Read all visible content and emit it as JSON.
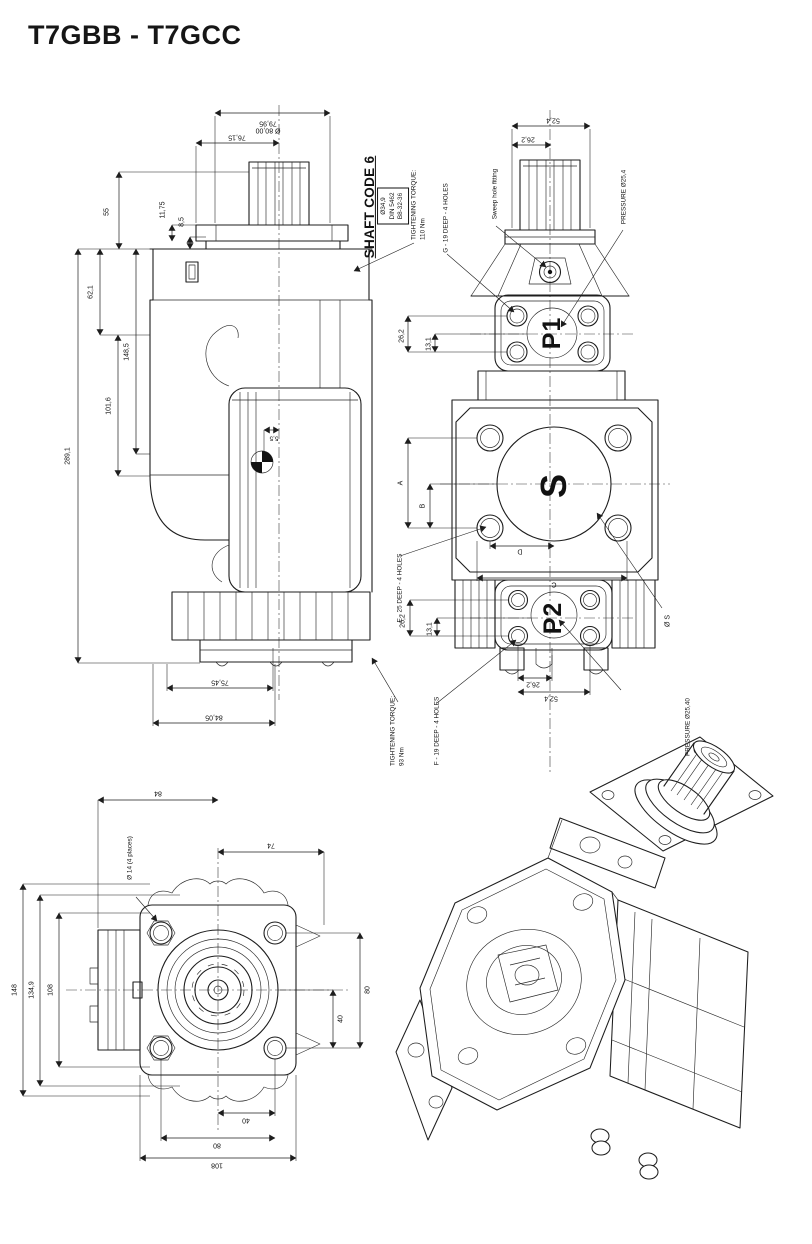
{
  "page": {
    "title": "T7GBB - T7GCC"
  },
  "side_view": {
    "shaft_code_label": "SHAFT CODE 6",
    "spline_spec": {
      "diameter": "Ø34,9",
      "standard": "DIN 5462",
      "designation": "B8-32-36"
    },
    "tightening_torque_shaft": {
      "label": "TIGHTENING TORQUE:",
      "value": "110 Nm"
    },
    "tightening_torque_bottom": {
      "label": "TIGHTENING TORQUE:",
      "value": "93 Nm"
    },
    "dims": {
      "shaft_dia_upper": "Ø 80,00",
      "shaft_dia_lower": "79,95",
      "width_7615": "76,15",
      "h_55": "55",
      "h_1175": "11,75",
      "h_85": "8,5",
      "h_621": "62,1",
      "h_1485": "148,5",
      "h_1016": "101,6",
      "h_2891": "289,1",
      "cg_55": "5,5",
      "w_7545": "75,45",
      "w_8405": "84,05"
    }
  },
  "front_view": {
    "port_p1": "P1",
    "port_p2": "P2",
    "pilot": "S",
    "pilot_dia": "Ø S",
    "sweep_hole": "Sweep hole fitting",
    "g_holes": "G - 19 DEEP - 4 HOLES",
    "e_holes": "E - 25 DEEP - 4 HOLES",
    "f_holes": "F - 19 DEEP - 4 HOLES",
    "pressure_p1": "PRESSURE Ø25,4",
    "pressure_p2": "PRESSURE Ø25,40",
    "dims": {
      "w_524_top": "52,4",
      "w_262_top": "26,2",
      "h_262_p1": "26,2",
      "h_131_p1": "13,1",
      "a": "A",
      "b": "B",
      "d": "D",
      "c": "C",
      "h_262_p2": "26,2",
      "h_131_p2": "13,1",
      "w_262_bot": "26,2",
      "w_524_bot": "52,4"
    }
  },
  "top_view": {
    "bolt_holes": "Ø 14 (4 places)",
    "dims": {
      "w_84": "84",
      "w_74": "74",
      "h_148": "148",
      "h_1349": "134,9",
      "h_108": "108",
      "h_80": "80",
      "h_40": "40",
      "w_40": "40",
      "w_80": "80",
      "w_108": "108"
    }
  }
}
